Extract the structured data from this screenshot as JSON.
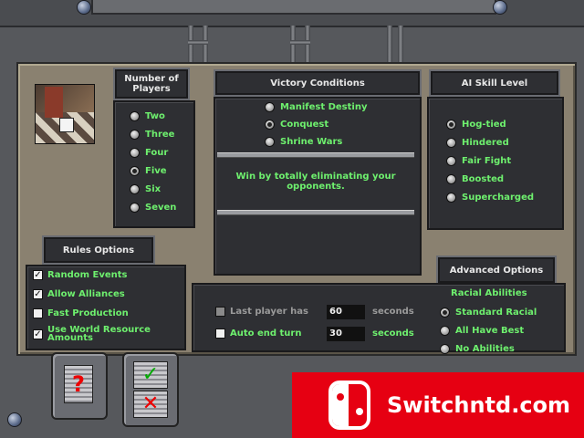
{
  "players": {
    "title": "Number of Players",
    "options": [
      {
        "label": "Two",
        "selected": false
      },
      {
        "label": "Three",
        "selected": false
      },
      {
        "label": "Four",
        "selected": false
      },
      {
        "label": "Five",
        "selected": true
      },
      {
        "label": "Six",
        "selected": false
      },
      {
        "label": "Seven",
        "selected": false
      }
    ]
  },
  "victory": {
    "title": "Victory Conditions",
    "options": [
      {
        "label": "Manifest Destiny",
        "selected": false
      },
      {
        "label": "Conquest",
        "selected": true
      },
      {
        "label": "Shrine Wars",
        "selected": false
      }
    ],
    "description": "Win by totally eliminating your opponents."
  },
  "ai": {
    "title": "AI Skill Level",
    "options": [
      {
        "label": "Hog-tied",
        "selected": true
      },
      {
        "label": "Hindered",
        "selected": false
      },
      {
        "label": "Fair Fight",
        "selected": false
      },
      {
        "label": "Boosted",
        "selected": false
      },
      {
        "label": "Supercharged",
        "selected": false
      }
    ]
  },
  "rules": {
    "title": "Rules Options",
    "items": [
      {
        "label": "Random Events",
        "checked": true
      },
      {
        "label": "Allow Alliances",
        "checked": true
      },
      {
        "label": "Fast Production",
        "checked": false
      },
      {
        "label": "Use World Resource Amounts",
        "checked": true
      }
    ]
  },
  "advanced": {
    "title": "Advanced Options",
    "last_player_label": "Last player has",
    "last_player_value": "60",
    "last_player_unit": "seconds",
    "auto_end_label": "Auto end turn",
    "auto_end_value": "30",
    "auto_end_unit": "seconds",
    "racial_title": "Racial Abilities",
    "racial_options": [
      {
        "label": "Standard Racial",
        "selected": true
      },
      {
        "label": "All Have Best",
        "selected": false
      },
      {
        "label": "No Abilities",
        "selected": false
      }
    ]
  },
  "buttons": {
    "help": "?",
    "ok": "✓",
    "cancel": "✕"
  },
  "watermark": {
    "text": "Switchntd.com"
  },
  "colors": {
    "option_text": "#6ef06e",
    "panel": "#2e2f33",
    "frame": "#8a8170"
  }
}
